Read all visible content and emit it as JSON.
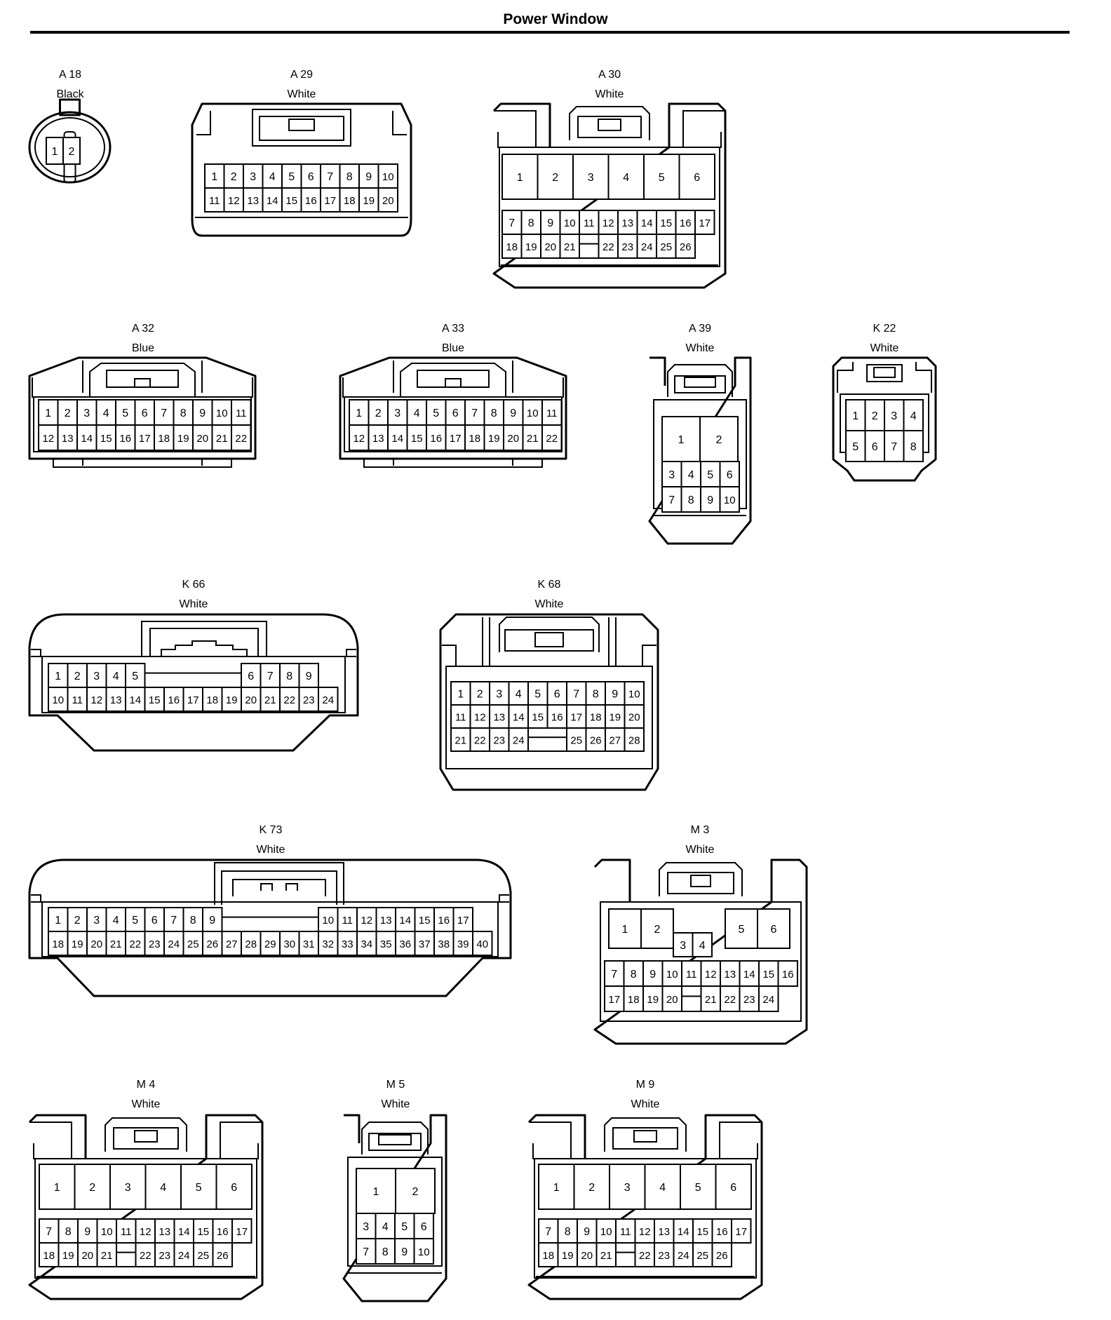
{
  "page": {
    "title": "Power Window"
  },
  "connectors": [
    {
      "id": "A 18",
      "color": "Black",
      "rows": [
        [
          "1",
          "2"
        ]
      ]
    },
    {
      "id": "A 29",
      "color": "White",
      "rows": [
        [
          "1",
          "2",
          "3",
          "4",
          "5",
          "6",
          "7",
          "8",
          "9",
          "10"
        ],
        [
          "11",
          "12",
          "13",
          "14",
          "15",
          "16",
          "17",
          "18",
          "19",
          "20"
        ]
      ]
    },
    {
      "id": "A 30",
      "color": "White",
      "rows": [
        [
          "1",
          "2",
          "3",
          "4",
          "5",
          "6"
        ],
        [
          "7",
          "8",
          "9",
          "10",
          "11",
          "12",
          "13",
          "14",
          "15",
          "16",
          "17"
        ],
        [
          "18",
          "19",
          "20",
          "21",
          "",
          "22",
          "23",
          "24",
          "25",
          "26"
        ]
      ]
    },
    {
      "id": "A 32",
      "color": "Blue",
      "rows": [
        [
          "1",
          "2",
          "3",
          "4",
          "5",
          "6",
          "7",
          "8",
          "9",
          "10",
          "11"
        ],
        [
          "12",
          "13",
          "14",
          "15",
          "16",
          "17",
          "18",
          "19",
          "20",
          "21",
          "22"
        ]
      ]
    },
    {
      "id": "A 33",
      "color": "Blue",
      "rows": [
        [
          "1",
          "2",
          "3",
          "4",
          "5",
          "6",
          "7",
          "8",
          "9",
          "10",
          "11"
        ],
        [
          "12",
          "13",
          "14",
          "15",
          "16",
          "17",
          "18",
          "19",
          "20",
          "21",
          "22"
        ]
      ]
    },
    {
      "id": "A 39",
      "color": "White",
      "rows": [
        [
          "1",
          "2"
        ],
        [
          "3",
          "4",
          "5",
          "6"
        ],
        [
          "7",
          "8",
          "9",
          "10"
        ]
      ]
    },
    {
      "id": "K 22",
      "color": "White",
      "rows": [
        [
          "1",
          "2",
          "3",
          "4"
        ],
        [
          "5",
          "6",
          "7",
          "8"
        ]
      ]
    },
    {
      "id": "K 66",
      "color": "White",
      "rows": [
        [
          "1",
          "2",
          "3",
          "4",
          "5",
          "",
          "6",
          "7",
          "8",
          "9"
        ],
        [
          "10",
          "11",
          "12",
          "13",
          "14",
          "15",
          "16",
          "17",
          "18",
          "19",
          "20",
          "21",
          "22",
          "23",
          "24"
        ]
      ]
    },
    {
      "id": "K 68",
      "color": "White",
      "rows": [
        [
          "1",
          "2",
          "3",
          "4",
          "5",
          "6",
          "7",
          "8",
          "9",
          "10"
        ],
        [
          "11",
          "12",
          "13",
          "14",
          "15",
          "16",
          "17",
          "18",
          "19",
          "20"
        ],
        [
          "21",
          "22",
          "23",
          "24",
          "",
          "25",
          "26",
          "27",
          "28"
        ]
      ]
    },
    {
      "id": "K 73",
      "color": "White",
      "rows": [
        [
          "1",
          "2",
          "3",
          "4",
          "5",
          "6",
          "7",
          "8",
          "9",
          "",
          "10",
          "11",
          "12",
          "13",
          "14",
          "15",
          "16",
          "17"
        ],
        [
          "18",
          "19",
          "20",
          "21",
          "22",
          "23",
          "24",
          "25",
          "26",
          "27",
          "28",
          "29",
          "30",
          "31",
          "32",
          "33",
          "34",
          "35",
          "36",
          "37",
          "38",
          "39",
          "40"
        ]
      ]
    },
    {
      "id": "M 3",
      "color": "White",
      "rows": [
        [
          "1",
          "2",
          "3",
          "4",
          "5",
          "6"
        ],
        [
          "7",
          "8",
          "9",
          "10",
          "11",
          "12",
          "13",
          "14",
          "15",
          "16"
        ],
        [
          "17",
          "18",
          "19",
          "20",
          "",
          "21",
          "22",
          "23",
          "24"
        ]
      ]
    },
    {
      "id": "M 4",
      "color": "White",
      "rows": [
        [
          "1",
          "2",
          "3",
          "4",
          "5",
          "6"
        ],
        [
          "7",
          "8",
          "9",
          "10",
          "11",
          "12",
          "13",
          "14",
          "15",
          "16",
          "17"
        ],
        [
          "18",
          "19",
          "20",
          "21",
          "",
          "22",
          "23",
          "24",
          "25",
          "26"
        ]
      ]
    },
    {
      "id": "M 5",
      "color": "White",
      "rows": [
        [
          "1",
          "2"
        ],
        [
          "3",
          "4",
          "5",
          "6"
        ],
        [
          "7",
          "8",
          "9",
          "10"
        ]
      ]
    },
    {
      "id": "M 9",
      "color": "White",
      "rows": [
        [
          "1",
          "2",
          "3",
          "4",
          "5",
          "6"
        ],
        [
          "7",
          "8",
          "9",
          "10",
          "11",
          "12",
          "13",
          "14",
          "15",
          "16",
          "17"
        ],
        [
          "18",
          "19",
          "20",
          "21",
          "",
          "22",
          "23",
          "24",
          "25",
          "26"
        ]
      ]
    }
  ]
}
